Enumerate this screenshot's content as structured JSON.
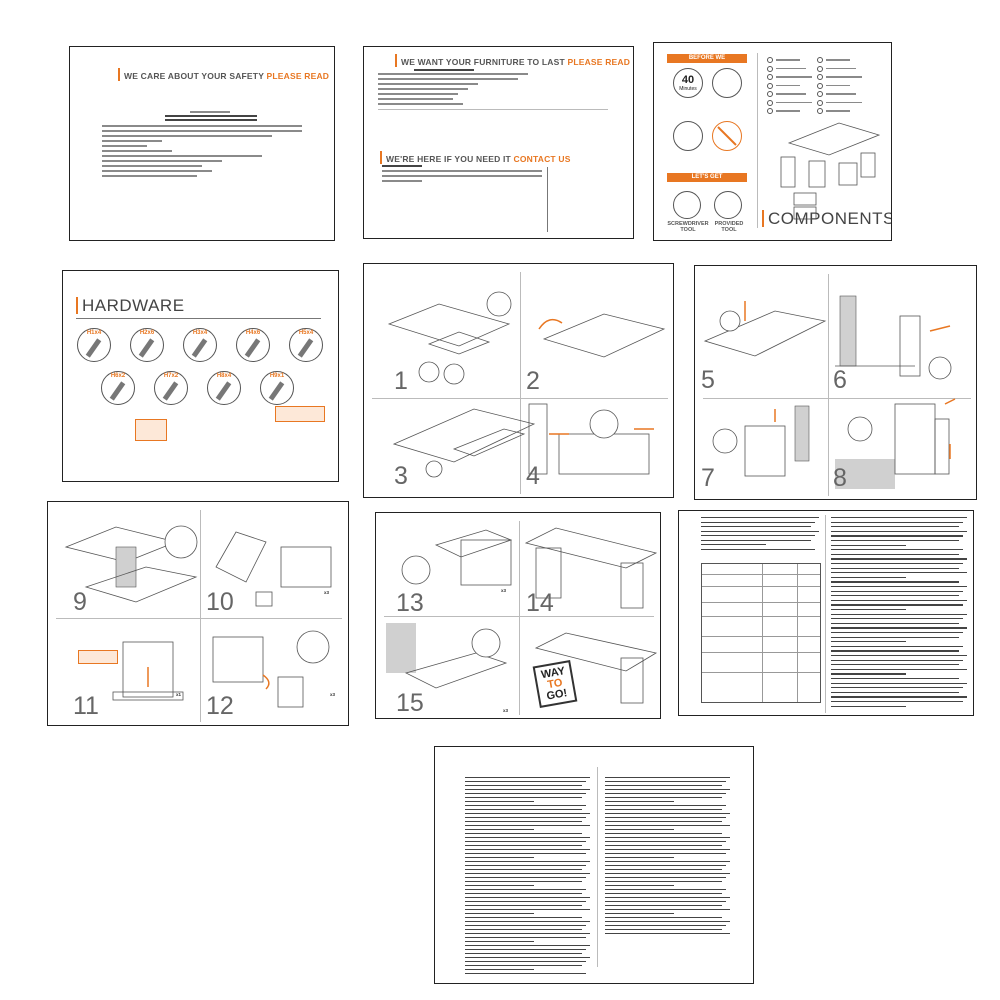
{
  "pages": {
    "safety": {
      "title_main": "WE CARE ABOUT YOUR SAFETY",
      "title_accent": "PLEASE READ"
    },
    "care": {
      "title_main": "WE WANT YOUR FURNITURE TO LAST",
      "title_accent": "PLEASE READ",
      "contact_main": "WE'RE HERE IF YOU NEED IT",
      "contact_accent": "CONTACT US"
    },
    "components": {
      "title": "COMPONENTS",
      "before_label": "BEFORE WE",
      "time_value": "40",
      "time_unit": "Minutes",
      "lets_label": "LET'S GET",
      "tool_label_1": "SCREWDRIVER TOOL",
      "tool_label_2": "PROVIDED TOOL"
    },
    "hardware": {
      "title": "HARDWARE",
      "parts": [
        "H1x4",
        "H2x6",
        "H3x4",
        "H4x6",
        "H5x4",
        "H6x2",
        "H7x2",
        "H8x4",
        "H9x1"
      ]
    },
    "steps_a": {
      "steps": [
        "1",
        "2",
        "3",
        "4"
      ]
    },
    "steps_b": {
      "steps": [
        "5",
        "6",
        "7",
        "8"
      ]
    },
    "steps_c": {
      "steps": [
        "9",
        "10",
        "11",
        "12"
      ],
      "qty_10": "x3",
      "qty_11": "x1",
      "qty_12": "x3"
    },
    "steps_d": {
      "steps": [
        "13",
        "14",
        "15"
      ],
      "qty_13": "x3",
      "qty_15": "x3",
      "badge_line1": "WAY",
      "badge_line2": "TO",
      "badge_line3": "GO!"
    }
  },
  "colors": {
    "accent": "#e87722",
    "line": "#555555",
    "panel_fill": "#d0d0d0"
  }
}
